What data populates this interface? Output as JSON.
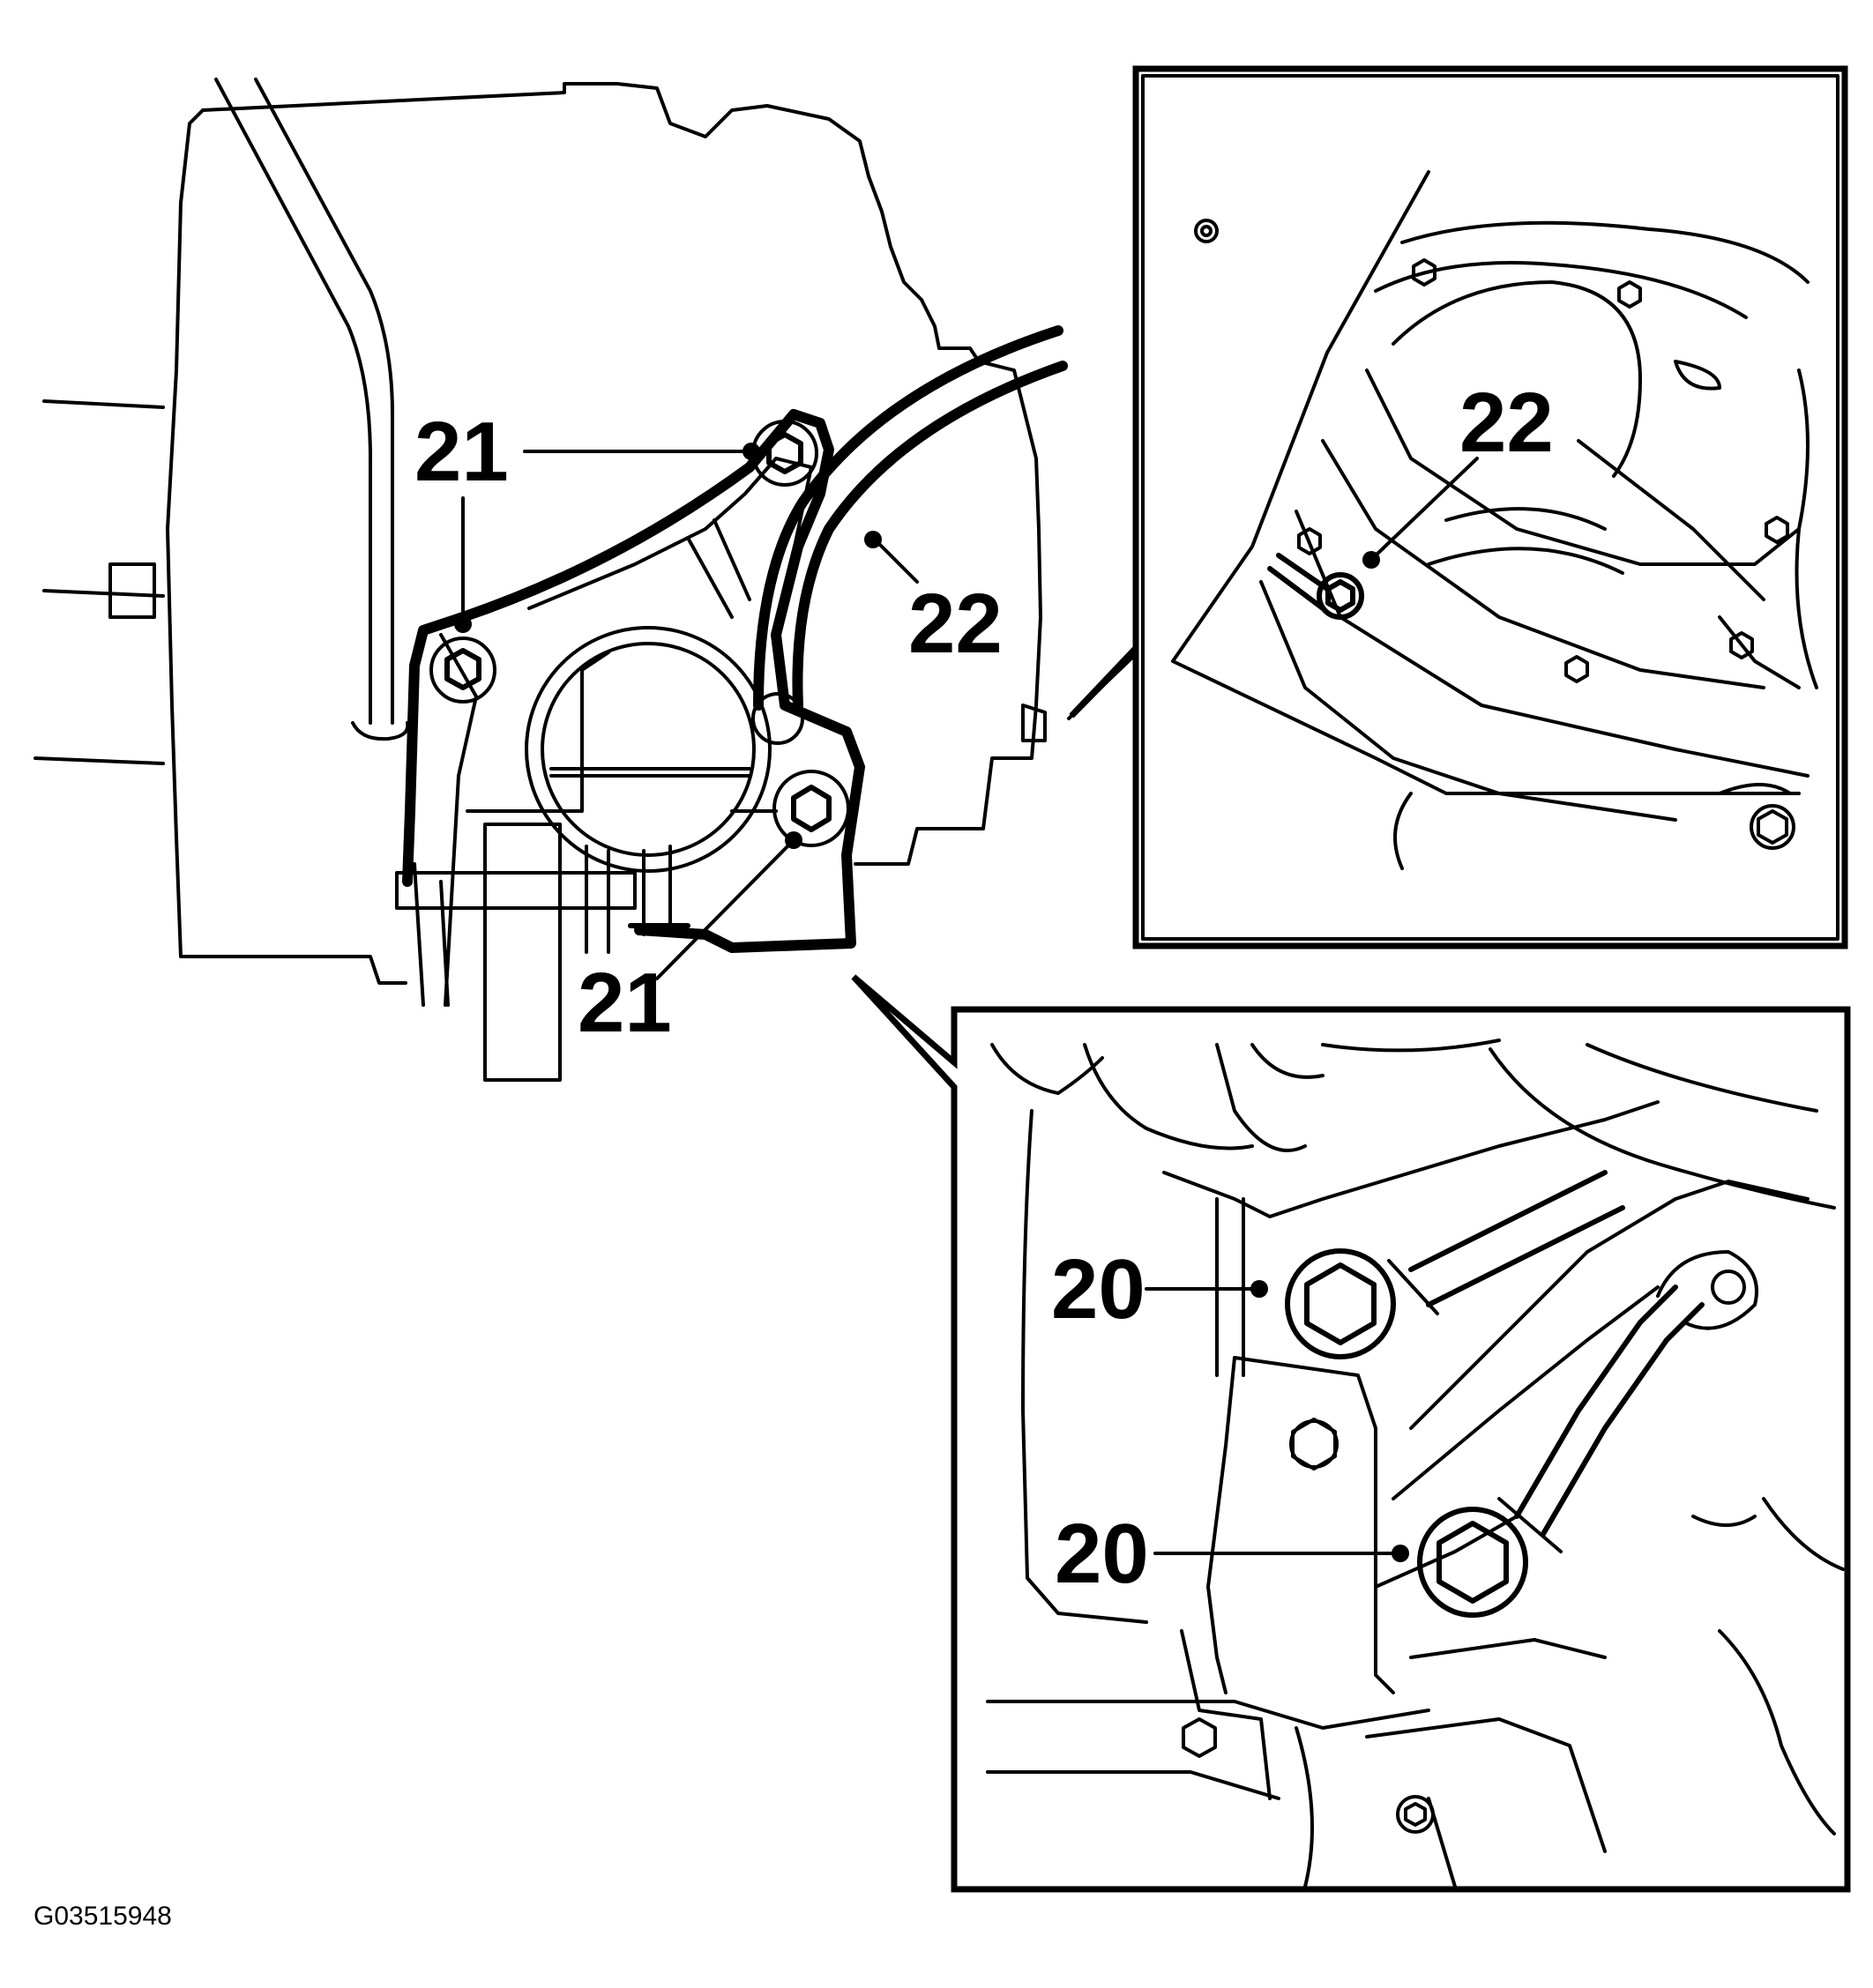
{
  "callouts": {
    "main_top_21": "21",
    "main_left_21": "21",
    "main_bottom_21": "21",
    "main_22": "22",
    "inset_top_22": "22",
    "inset_bottom_20_upper": "20",
    "inset_bottom_20_lower": "20"
  },
  "figure_id": "G03515948"
}
